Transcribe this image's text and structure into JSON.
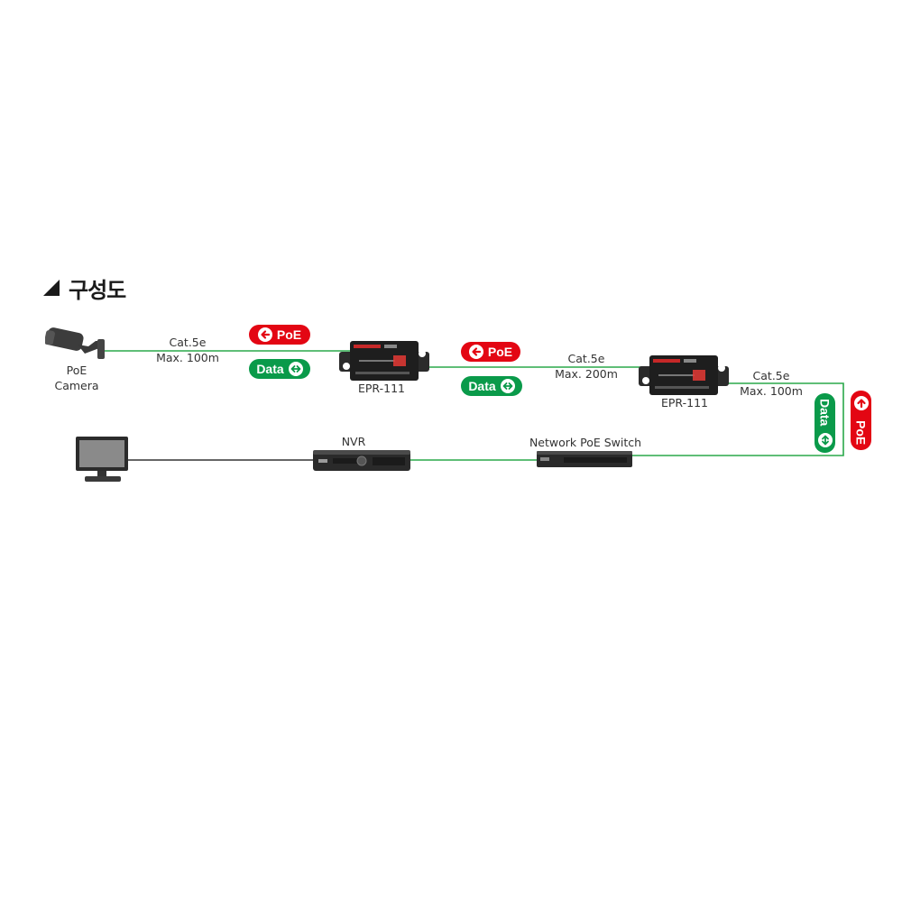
{
  "section": {
    "title": "구성도"
  },
  "devices": {
    "camera": {
      "label_line1": "PoE",
      "label_line2": "Camera"
    },
    "extender1": {
      "label": "EPR-111"
    },
    "extender2": {
      "label": "EPR-111"
    },
    "nvr": {
      "label": "NVR"
    },
    "switch": {
      "label": "Network PoE Switch"
    }
  },
  "links": {
    "seg1": {
      "cable": "Cat.5e",
      "max": "Max. 100m"
    },
    "seg2": {
      "cable": "Cat.5e",
      "max": "Max. 200m"
    },
    "seg3": {
      "cable": "Cat.5e",
      "max": "Max. 100m"
    }
  },
  "badges": {
    "poe": "PoE",
    "data": "Data"
  },
  "colors": {
    "cable": "#2aa84a",
    "poe": "#e30613",
    "data": "#0a9a4a",
    "monitor_line": "#333333"
  },
  "icons": {
    "poe_arrow": "arrow-left-circle-icon",
    "data_arrow": "double-arrow-circle-icon"
  }
}
